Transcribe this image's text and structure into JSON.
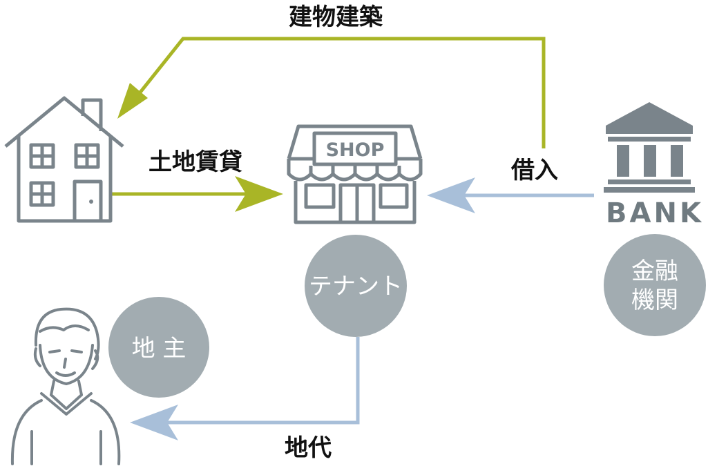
{
  "flows": {
    "construction_label": "建物建築",
    "land_lease_label": "土地賃貸",
    "borrowing_label": "借入",
    "ground_rent_label": "地代"
  },
  "actors": {
    "landowner_label": "地 主",
    "tenant_label": "テナント",
    "bank_label_line1": "金融",
    "bank_label_line2": "機関"
  },
  "icons": {
    "shop_sign": "SHOP",
    "bank_sign": "BANK"
  },
  "colors": {
    "olive_arrow": "#a9b526",
    "blue_arrow": "#a8bfd9",
    "icon_gray": "#7a848b",
    "circle_gray": "#a2acb1"
  }
}
